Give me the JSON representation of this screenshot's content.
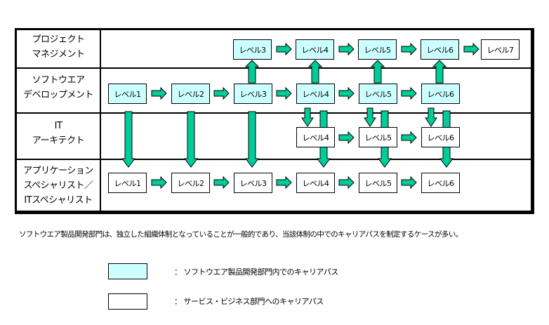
{
  "colors": {
    "software_path_fill": "#ccffff",
    "service_path_fill": "#ffffff",
    "arrow_fill": "#00cc99",
    "line": "#000000"
  },
  "rows": [
    {
      "id": "pm",
      "label_lines": [
        "プロジェクト",
        "マネジメント"
      ]
    },
    {
      "id": "sd",
      "label_lines": [
        "ソフトウエア",
        "デベロップメント"
      ]
    },
    {
      "id": "ita",
      "label_lines": [
        "IT",
        "アーキテクト"
      ]
    },
    {
      "id": "as",
      "label_lines": [
        "アプリケーション",
        "スペシャリスト／",
        "ITスペシャリスト"
      ]
    }
  ],
  "boxes": {
    "pm": [
      {
        "label": "レベル3",
        "type": "software"
      },
      {
        "label": "レベル4",
        "type": "software"
      },
      {
        "label": "レベル5",
        "type": "software"
      },
      {
        "label": "レベル6",
        "type": "software"
      },
      {
        "label": "レベル7",
        "type": "service"
      }
    ],
    "sd": [
      {
        "label": "レベル1",
        "type": "software"
      },
      {
        "label": "レベル2",
        "type": "software"
      },
      {
        "label": "レベル3",
        "type": "software"
      },
      {
        "label": "レベル4",
        "type": "software"
      },
      {
        "label": "レベル5",
        "type": "software"
      },
      {
        "label": "レベル6",
        "type": "software"
      }
    ],
    "ita": [
      {
        "label": "レベル4",
        "type": "service"
      },
      {
        "label": "レベル5",
        "type": "service"
      },
      {
        "label": "レベル6",
        "type": "service"
      }
    ],
    "as": [
      {
        "label": "レベル1",
        "type": "service"
      },
      {
        "label": "レベル2",
        "type": "service"
      },
      {
        "label": "レベル3",
        "type": "service"
      },
      {
        "label": "レベル4",
        "type": "service"
      },
      {
        "label": "レベル5",
        "type": "service"
      },
      {
        "label": "レベル6",
        "type": "service"
      }
    ]
  },
  "note": "ソフトウエア製品開発部門は、独立した組織体制となっていることが一般的であり、当該体制の中でのキャリアパスを制定するケースが多い。",
  "legend": [
    {
      "type": "software",
      "label": "：  ソフトウエア製品開発部門内でのキャリアパス"
    },
    {
      "type": "service",
      "label": "：  サービス・ビジネス部門へのキャリアパス"
    }
  ]
}
